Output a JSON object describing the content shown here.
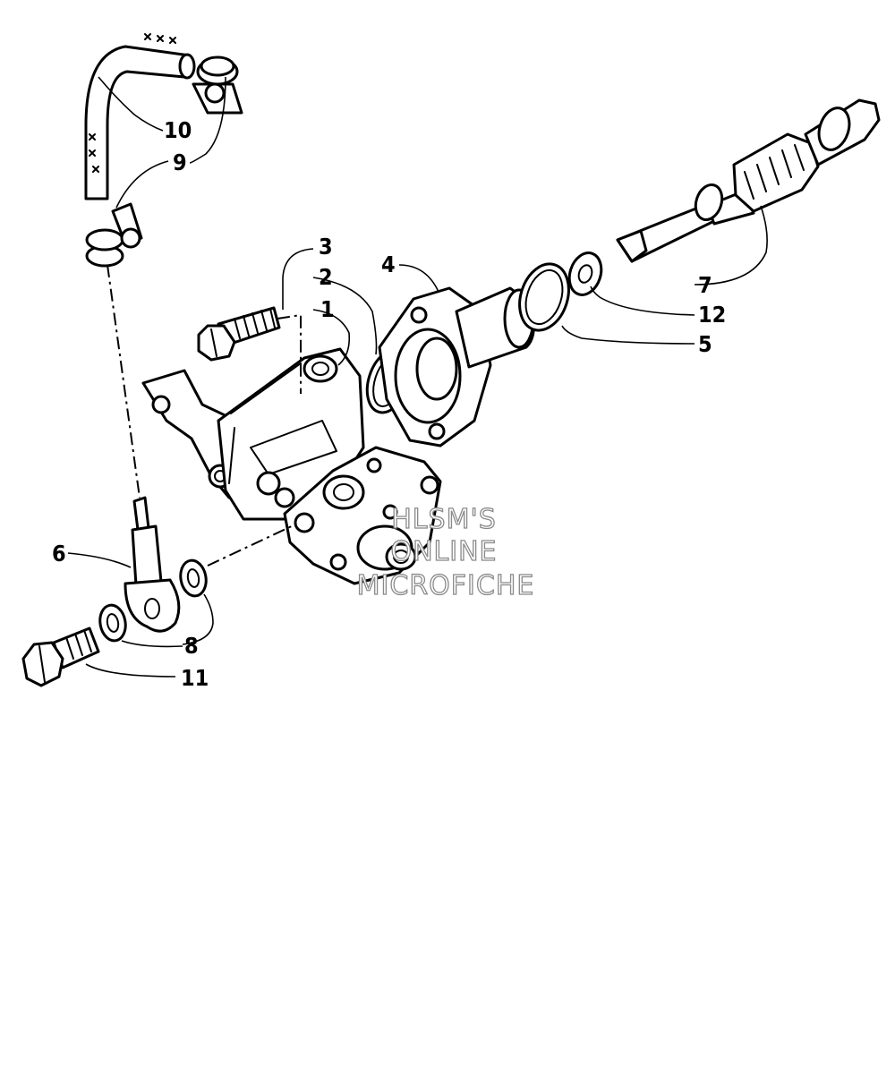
{
  "callouts": {
    "c1": "1",
    "c2": "2",
    "c3": "3",
    "c4": "4",
    "c5": "5",
    "c6": "6",
    "c7": "7",
    "c8": "8",
    "c9": "9",
    "c10": "10",
    "c11": "11",
    "c12": "12"
  },
  "watermark": {
    "line1": "HLSM'S",
    "line2": "ONLINE",
    "line3": "MICROFICHE"
  },
  "colors": {
    "ink": "#000000",
    "paper": "#ffffff",
    "watermark": "#8a8a8a"
  }
}
